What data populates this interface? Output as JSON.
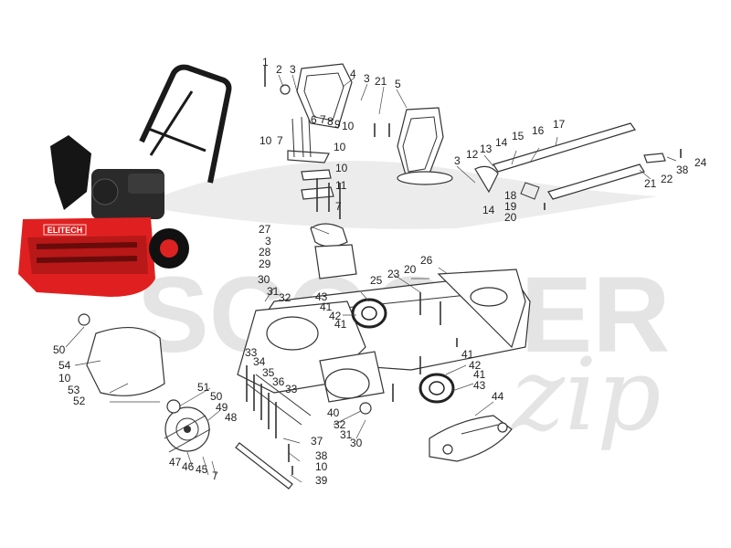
{
  "watermark": {
    "word": "SCOOTER",
    "script": "zip",
    "color": "#c8c8c8"
  },
  "product_photo": {
    "brand_label": "ELITECH",
    "body_color": "#e02020",
    "handle_color": "#1a1a1a"
  },
  "callouts": [
    "1",
    "2",
    "3",
    "4",
    "3",
    "21",
    "5",
    "6",
    "7",
    "8",
    "9",
    "10",
    "10",
    "7",
    "10",
    "10",
    "11",
    "7",
    "3",
    "12",
    "13",
    "14",
    "15",
    "16",
    "17",
    "14",
    "18",
    "19",
    "20",
    "21",
    "22",
    "38",
    "24",
    "27",
    "3",
    "28",
    "29",
    "26",
    "25",
    "23",
    "20",
    "30",
    "31",
    "32",
    "43",
    "41",
    "42",
    "41",
    "50",
    "54",
    "10",
    "53",
    "52",
    "33",
    "34",
    "35",
    "36",
    "33",
    "41",
    "42",
    "41",
    "43",
    "44",
    "51",
    "50",
    "49",
    "48",
    "47",
    "46",
    "45",
    "7",
    "40",
    "32",
    "31",
    "30",
    "37",
    "38",
    "10",
    "39"
  ]
}
